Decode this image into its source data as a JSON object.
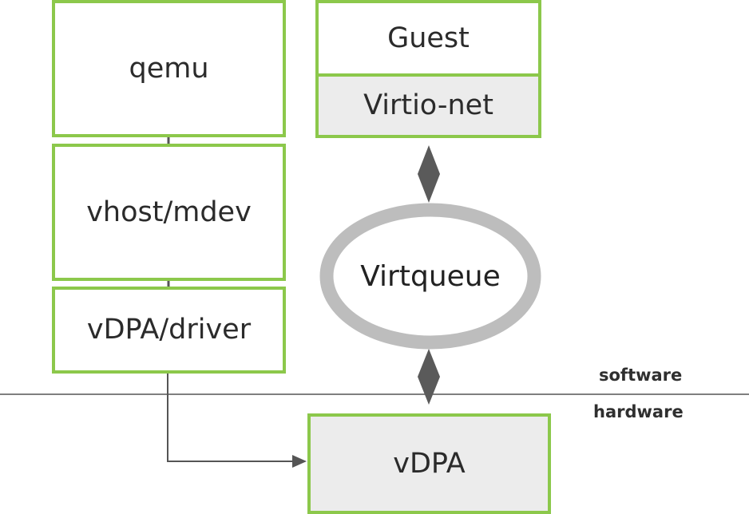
{
  "diagram": {
    "left_stack": {
      "qemu": "qemu",
      "vhost_mdev": "vhost/mdev",
      "vdpa_driver": "vDPA/driver"
    },
    "right_stack": {
      "guest": "Guest",
      "virtio_net": "Virtio-net"
    },
    "virtqueue": "Virtqueue",
    "hardware_box": "vDPA",
    "layers": {
      "software": "software",
      "hardware": "hardware"
    }
  },
  "colors": {
    "box_border": "#8cc84b",
    "box_fill_white": "#ffffff",
    "box_fill_gray": "#ececec",
    "connector": "#555555",
    "ring": "#bdbdbd",
    "diamond": "#5a5a5a",
    "divider": "#555555"
  }
}
